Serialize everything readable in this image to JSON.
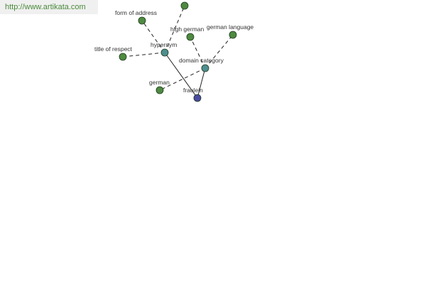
{
  "site": {
    "url_label": "http://www.artikata.com"
  },
  "colors": {
    "leaf_node": "#4e8a40",
    "hub_node": "#4f8f8f",
    "center_node": "#4a4aa0",
    "edge": "#222222",
    "url_text": "#4a8a3a"
  },
  "graph": {
    "nodes": [
      {
        "id": "fraulein",
        "label": "fraulein",
        "kind": "center"
      },
      {
        "id": "hypernym",
        "label": "hypernym",
        "kind": "hub"
      },
      {
        "id": "domain-category",
        "label": "domain category",
        "kind": "hub"
      },
      {
        "id": "form-of-address",
        "label": "form of address",
        "kind": "leaf"
      },
      {
        "id": "title-of-respect",
        "label": "title of respect",
        "kind": "leaf"
      },
      {
        "id": "unlabeled-top",
        "label": "",
        "kind": "leaf"
      },
      {
        "id": "high-german",
        "label": "high german",
        "kind": "leaf"
      },
      {
        "id": "german-language",
        "label": "german language",
        "kind": "leaf"
      },
      {
        "id": "german",
        "label": "german",
        "kind": "leaf"
      }
    ],
    "edges": [
      {
        "from": "fraulein",
        "to": "hypernym",
        "style": "solid"
      },
      {
        "from": "fraulein",
        "to": "domain-category",
        "style": "solid"
      },
      {
        "from": "hypernym",
        "to": "form-of-address",
        "style": "dashed"
      },
      {
        "from": "hypernym",
        "to": "title-of-respect",
        "style": "dashed"
      },
      {
        "from": "hypernym",
        "to": "unlabeled-top",
        "style": "dashed"
      },
      {
        "from": "domain-category",
        "to": "high-german",
        "style": "dashed"
      },
      {
        "from": "domain-category",
        "to": "german-language",
        "style": "dashed"
      },
      {
        "from": "domain-category",
        "to": "german",
        "style": "dashed"
      }
    ]
  }
}
